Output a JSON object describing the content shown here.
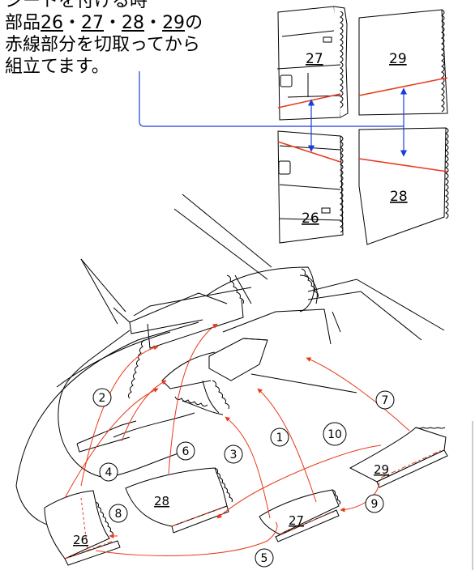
{
  "instruction": {
    "line1": "シートを付ける時",
    "line2_prefix": "部品",
    "line2_parts": [
      "26",
      "27",
      "28",
      "29"
    ],
    "line2_sep": "・",
    "line2_suffix": "の",
    "line3": "赤線部分を切取ってから",
    "line4": "組立てます。"
  },
  "panels": {
    "p27": "27",
    "p29": "29",
    "p26": "26",
    "p28": "28"
  },
  "parts": {
    "p26": "26",
    "p27": "27",
    "p28": "28",
    "p29": "29"
  },
  "steps": [
    "1",
    "2",
    "3",
    "4",
    "5",
    "6",
    "7",
    "8",
    "9",
    "10"
  ],
  "colors": {
    "cut_line": "#e8391b",
    "assembly_arrow": "#e8391b",
    "panel_arrow": "#1a3fd8",
    "line": "#000000"
  }
}
